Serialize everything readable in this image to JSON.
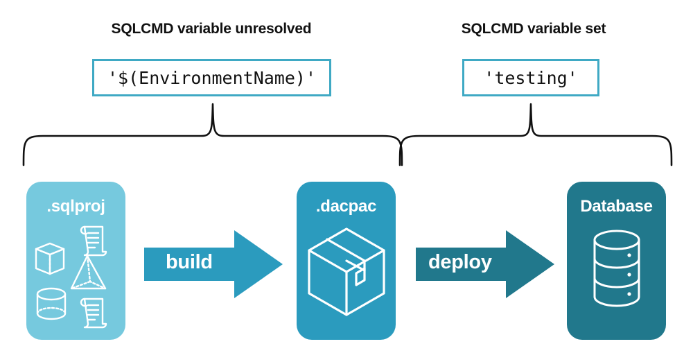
{
  "diagram": {
    "title_left": "SQLCMD variable unresolved",
    "title_right": "SQLCMD variable set",
    "value_left": "'$(EnvironmentName)'",
    "value_right": "'testing'",
    "stages": [
      {
        "label": ".sqlproj",
        "icon": "shapes-and-scripts-icon",
        "color": "#76C9DE"
      },
      {
        "label": ".dacpac",
        "icon": "package-box-icon",
        "color": "#2B9BBE"
      },
      {
        "label": "Database",
        "icon": "database-cylinder-icon",
        "color": "#21788C"
      }
    ],
    "arrows": [
      {
        "label": "build",
        "icon": "right-arrow-icon",
        "color": "#2B9BBE"
      },
      {
        "label": "deploy",
        "icon": "right-arrow-icon",
        "color": "#21788C"
      }
    ],
    "braces": [
      {
        "name": "brace-left",
        "spans": ".sqlproj -> .dacpac"
      },
      {
        "name": "brace-right",
        "spans": ".dacpac -> Database"
      }
    ],
    "colors": {
      "light_blue": "#76C9DE",
      "mid_blue": "#2B9BBE",
      "dark_teal": "#21788C",
      "box_border": "#3FA9C4",
      "text_dark": "#111111",
      "background": "#FFFFFF"
    }
  }
}
